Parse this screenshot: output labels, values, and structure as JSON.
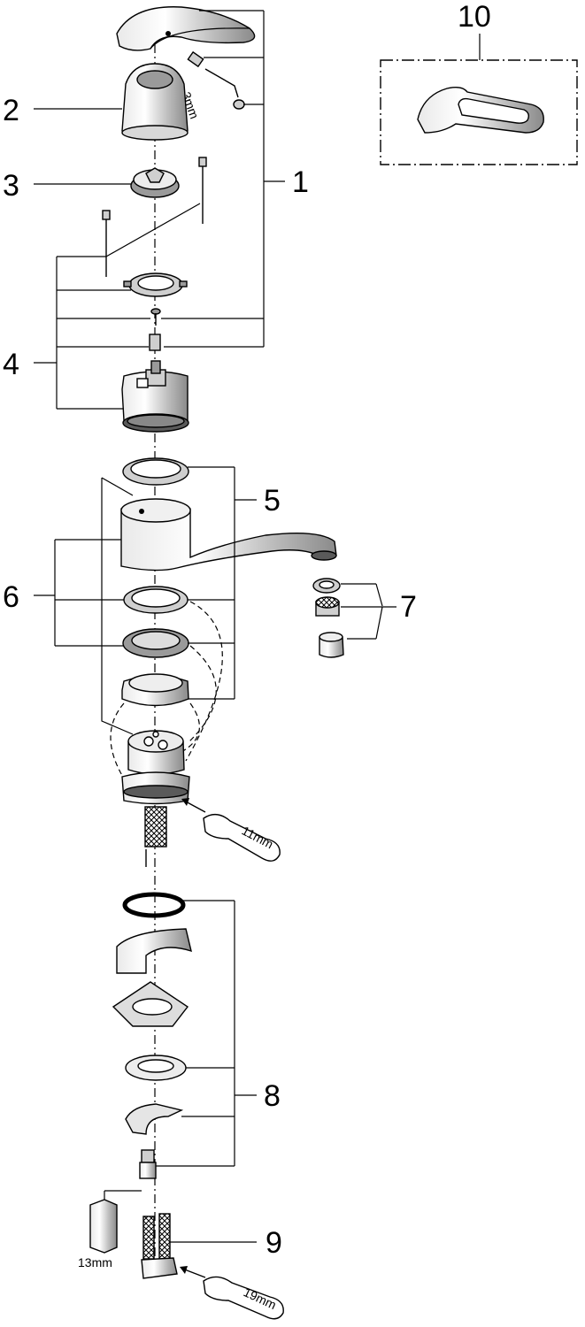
{
  "callouts": {
    "c1": "1",
    "c2": "2",
    "c3": "3",
    "c4": "4",
    "c5": "5",
    "c6": "6",
    "c7": "7",
    "c8": "8",
    "c9": "9",
    "c10": "10"
  },
  "tool_labels": {
    "hex_key": "3mm",
    "wrench_cartridge": "11mm",
    "socket": "13mm",
    "wrench_hose": "19mm"
  }
}
